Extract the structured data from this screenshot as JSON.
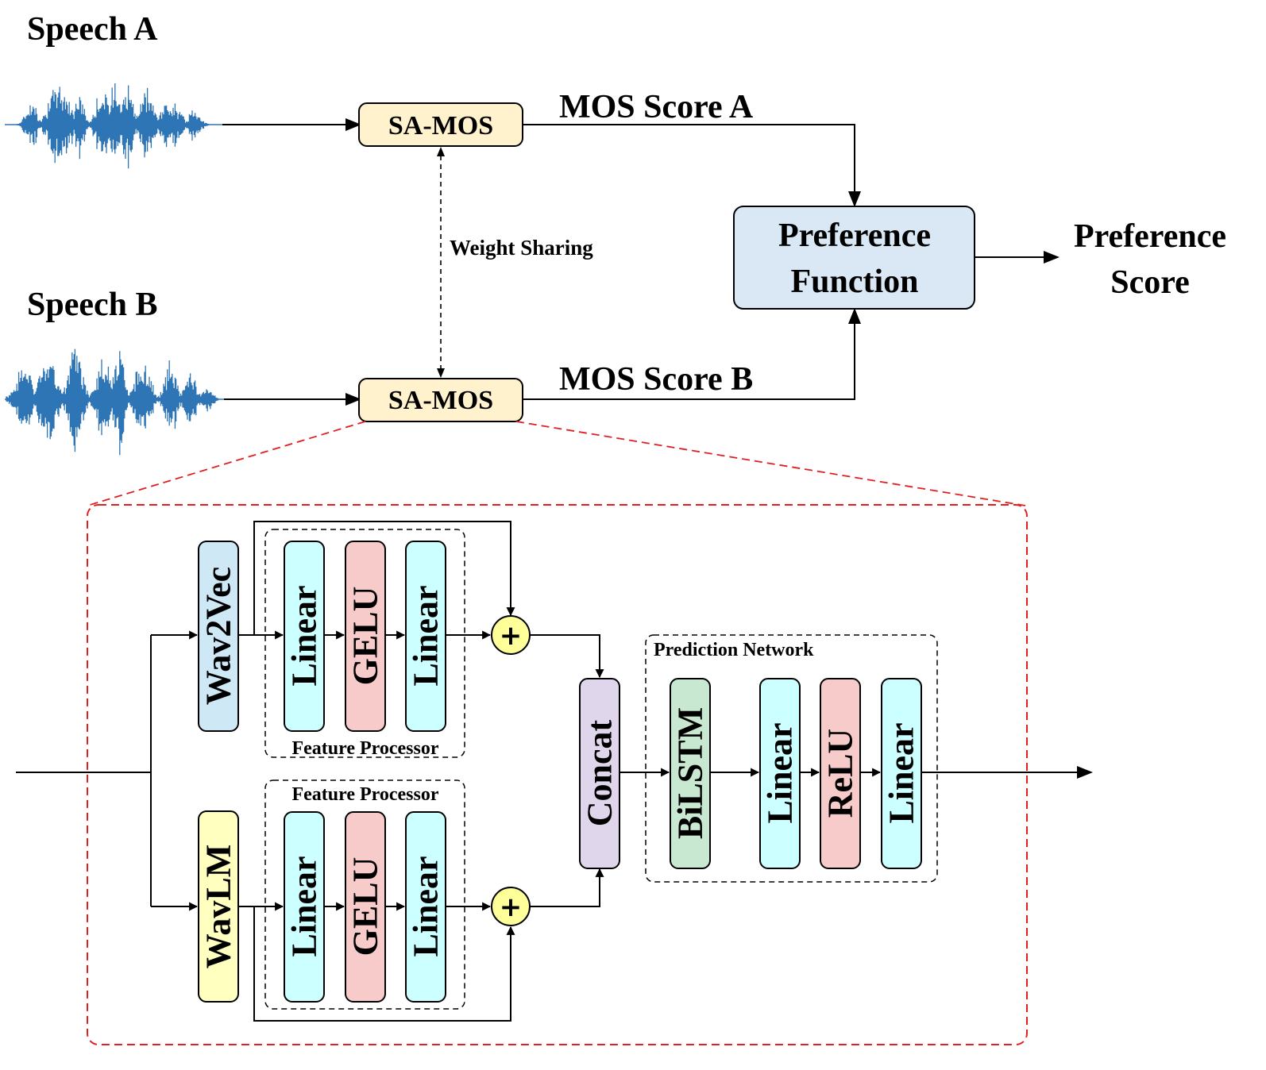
{
  "inputs": {
    "speech_a": "Speech A",
    "speech_b": "Speech B"
  },
  "top": {
    "sa_mos_a": "SA-MOS",
    "sa_mos_b": "SA-MOS",
    "weight_sharing": "Weight Sharing",
    "mos_score_a": "MOS Score A",
    "mos_score_b": "MOS Score B",
    "preference_function": [
      "Preference",
      "Function"
    ],
    "preference_score": [
      "Preference",
      "Score"
    ]
  },
  "detail": {
    "wav2vec": "Wav2Vec",
    "wavlm": "WavLM",
    "feature_processor_top": {
      "label": "Feature Processor",
      "layers": [
        "Linear",
        "GELU",
        "Linear"
      ]
    },
    "feature_processor_bottom": {
      "label": "Feature Processor",
      "layers": [
        "Linear",
        "GELU",
        "Linear"
      ]
    },
    "add_symbol": "+",
    "concat": "Concat",
    "prediction_network": {
      "label": "Prediction Network",
      "layers": [
        "BiLSTM",
        "Linear",
        "ReLU",
        "Linear"
      ]
    }
  },
  "colors": {
    "waveform": "#2e75b6",
    "sa_mos_fill": "#fff2cc",
    "preference_fill": "#dae8f6",
    "wav2vec_fill": "#cfe8f6",
    "wavlm_fill": "#ffffc0",
    "linear_fill": "#ccffff",
    "gelu_relu_fill": "#f8cbcb",
    "concat_fill": "#e0d6ec",
    "bilstm_fill": "#c9e8d2",
    "add_fill": "#ffff99",
    "zoom_border": "#e02020"
  }
}
